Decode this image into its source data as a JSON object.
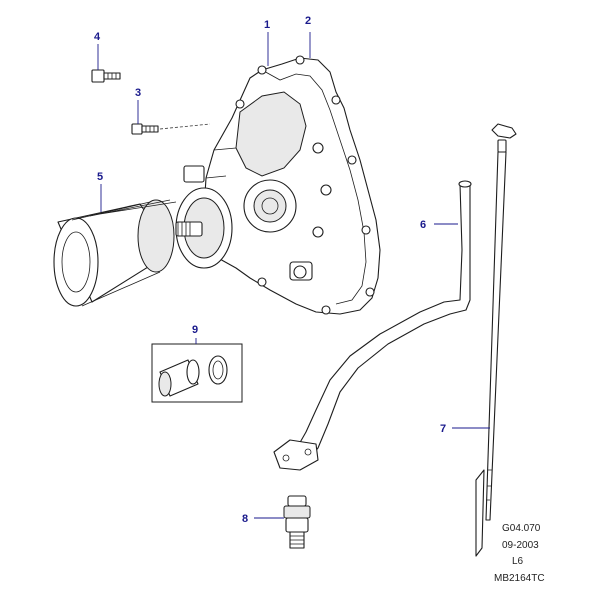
{
  "callouts": [
    {
      "label": "1"
    },
    {
      "label": "2"
    },
    {
      "label": "3"
    },
    {
      "label": "4"
    },
    {
      "label": "5"
    },
    {
      "label": "6"
    },
    {
      "label": "7"
    },
    {
      "label": "8"
    },
    {
      "label": "9"
    }
  ],
  "meta": {
    "ref_code": "G04.070",
    "date": "09-2003",
    "engine": "L6",
    "drawing_id": "MB2164TC"
  },
  "colors": {
    "callout": "#1a1a8c",
    "line": "#1e1e1e"
  }
}
